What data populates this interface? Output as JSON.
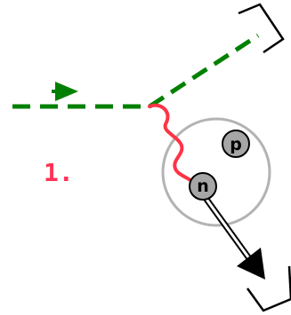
{
  "step_label": "1.",
  "particles": {
    "proton_label": "p",
    "neutron_label": "n"
  },
  "colors": {
    "incoming_particle": "#008000",
    "photon": "#ff3344",
    "step_label": "#ff3355",
    "nucleus_outline": "#b3b3b3",
    "nucleon_fill": "#a6a6a6",
    "ink": "#000000"
  }
}
